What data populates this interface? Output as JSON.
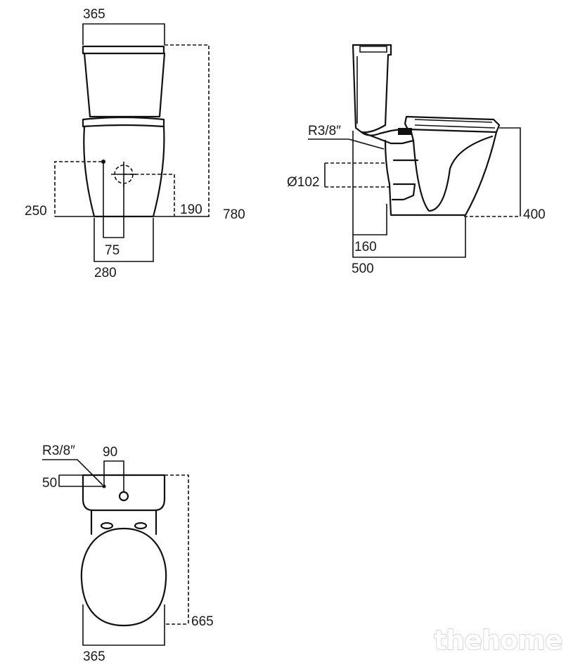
{
  "front_view": {
    "width_top": "365",
    "height_inlet": "250",
    "height_outlet": "190",
    "height_total": "780",
    "offset": "75",
    "base_width": "280"
  },
  "side_view": {
    "thread": "R3/8″",
    "outlet_diameter": "Ø102",
    "outlet_offset": "160",
    "depth": "500",
    "seat_height": "400"
  },
  "top_view": {
    "thread": "R3/8″",
    "hole_spacing": "90",
    "inlet_offset": "50",
    "length": "665",
    "width": "365"
  },
  "watermark": "thehome"
}
